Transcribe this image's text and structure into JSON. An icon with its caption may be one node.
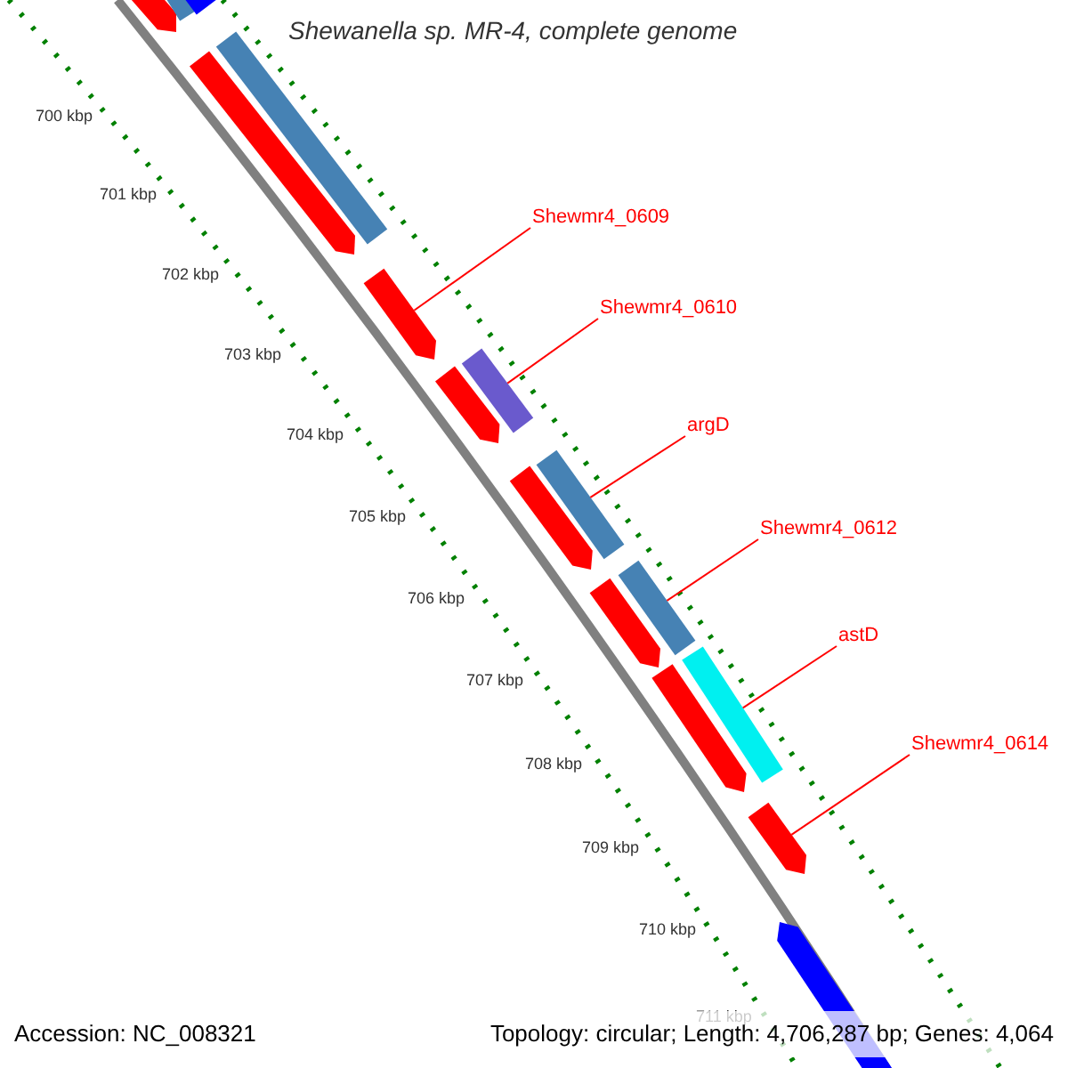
{
  "diagram": {
    "title": "Shewanella sp. MR-4, complete genome",
    "nodes": [
      {
        "text": [
          "Shewmr4_0609"
        ]
      },
      {
        "text": [
          "Shewmr4_0610"
        ]
      },
      {
        "text": [
          "argD"
        ]
      },
      {
        "text": [
          "Shewmr4_0612"
        ]
      },
      {
        "text": [
          "astD"
        ]
      },
      {
        "text": [
          "Shewmr4_0614"
        ]
      },
      {
        "text": [],
        "shape": "bar"
      },
      {
        "text": [],
        "shape": "bar"
      },
      {
        "text": [],
        "shape": "bar"
      },
      {
        "text": [],
        "shape": "bar"
      },
      {
        "text": [],
        "shape": "bar"
      },
      {
        "text": [],
        "shape": "bar"
      },
      {
        "text": [],
        "shape": "bar"
      },
      {
        "text": [],
        "shape": "bar"
      },
      {
        "text": [],
        "shape": "bar"
      },
      {
        "text": [],
        "shape": "bar"
      },
      {
        "text": [],
        "shape": "bar"
      },
      {
        "text": [],
        "shape": "bar"
      },
      {
        "text": [],
        "shape": "bar"
      },
      {
        "text": [],
        "shape": "bar"
      },
      {
        "text": [],
        "shape": "bar"
      },
      {
        "text": [],
        "shape": "bar"
      }
    ],
    "edges": [
      {
        "from": 0,
        "to": 11,
        "arrow": "none"
      },
      {
        "from": 1,
        "to": 12,
        "arrow": "none"
      },
      {
        "from": 2,
        "to": 14,
        "arrow": "none"
      },
      {
        "from": 3,
        "to": 16,
        "arrow": "none"
      },
      {
        "from": 4,
        "to": 18,
        "arrow": "none"
      },
      {
        "from": 5,
        "to": 20,
        "arrow": "none"
      }
    ],
    "labels": [
      "700 kbp",
      "701 kbp",
      "702 kbp",
      "703 kbp",
      "704 kbp",
      "705 kbp",
      "706 kbp",
      "707 kbp",
      "708 kbp",
      "709 kbp",
      "710 kbp",
      "711 kbp",
      "Accession: NC_008321",
      "Topology: circular; Length: 4,706,287 bp; Genes: 4,064"
    ]
  }
}
